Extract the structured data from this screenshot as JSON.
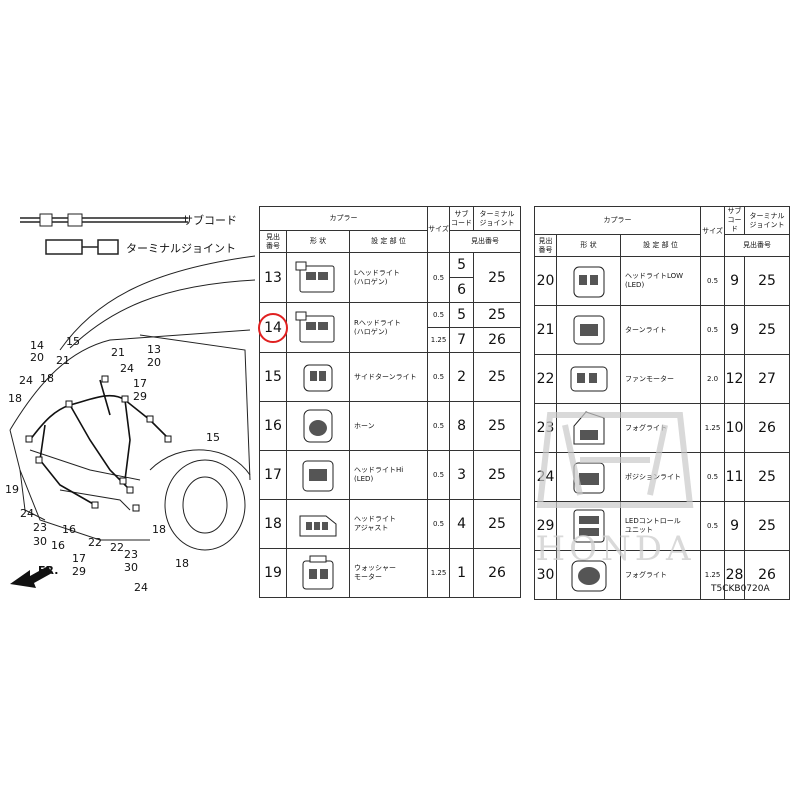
{
  "legend": {
    "sub_cord": "サブコード",
    "terminal_joint": "ターミナルジョイント"
  },
  "direction_label": "FR.",
  "callouts": [
    "14",
    "20",
    "18",
    "24",
    "15",
    "21",
    "21",
    "24",
    "13",
    "20",
    "17",
    "29",
    "18",
    "19",
    "24",
    "23",
    "30",
    "16",
    "16",
    "22",
    "22",
    "23",
    "30",
    "17",
    "29",
    "18",
    "15",
    "18",
    "24"
  ],
  "table_headers": {
    "coupler": "カプラー",
    "index_no": "見出\n番号",
    "shape": "形 状",
    "location": "設 定 部 位",
    "size": "サイズ",
    "sub_code": "サブ\nコード",
    "terminal_joint": "ターミナル\nジョイント",
    "index_page": "見出番号"
  },
  "left_table": [
    {
      "no": "13",
      "location": [
        "Lヘッドライト",
        "(ハロゲン)"
      ],
      "sizes": [
        "0.5"
      ],
      "subs": [
        "5",
        "6"
      ],
      "terms": [
        "25"
      ]
    },
    {
      "no": "14",
      "location": [
        "Rヘッドライト",
        "(ハロゲン)"
      ],
      "sizes": [
        "0.5",
        "1.25"
      ],
      "subs": [
        "5",
        "7"
      ],
      "terms": [
        "25",
        "26"
      ]
    },
    {
      "no": "15",
      "location": [
        "サイドターンライト"
      ],
      "sizes": [
        "0.5"
      ],
      "subs": [
        "2"
      ],
      "terms": [
        "25"
      ]
    },
    {
      "no": "16",
      "location": [
        "ホーン"
      ],
      "sizes": [
        "0.5"
      ],
      "subs": [
        "8"
      ],
      "terms": [
        "25"
      ]
    },
    {
      "no": "17",
      "location": [
        "ヘッドライトHi",
        "(LED)"
      ],
      "sizes": [
        "0.5"
      ],
      "subs": [
        "3"
      ],
      "terms": [
        "25"
      ]
    },
    {
      "no": "18",
      "location": [
        "ヘッドライト",
        "アジャスト"
      ],
      "sizes": [
        "0.5"
      ],
      "subs": [
        "4"
      ],
      "terms": [
        "25"
      ]
    },
    {
      "no": "19",
      "location": [
        "ウォッシャー",
        "モーター"
      ],
      "sizes": [
        "1.25"
      ],
      "subs": [
        "1"
      ],
      "terms": [
        "26"
      ]
    }
  ],
  "right_table": [
    {
      "no": "20",
      "location": [
        "ヘッドライトLOW",
        "(LED)"
      ],
      "sizes": [
        "0.5"
      ],
      "subs": [
        "9"
      ],
      "terms": [
        "25"
      ]
    },
    {
      "no": "21",
      "location": [
        "ターンライト"
      ],
      "sizes": [
        "0.5"
      ],
      "subs": [
        "9"
      ],
      "terms": [
        "25"
      ]
    },
    {
      "no": "22",
      "location": [
        "ファンモーター"
      ],
      "sizes": [
        "2.0"
      ],
      "subs": [
        "12"
      ],
      "terms": [
        "27"
      ]
    },
    {
      "no": "23",
      "location": [
        "フォグライト"
      ],
      "sizes": [
        "1.25"
      ],
      "subs": [
        "10"
      ],
      "terms": [
        "26"
      ]
    },
    {
      "no": "24",
      "location": [
        "ポジションライト"
      ],
      "sizes": [
        "0.5"
      ],
      "subs": [
        "11"
      ],
      "terms": [
        "25"
      ]
    },
    {
      "no": "29",
      "location": [
        "LEDコントロール",
        "ユニット"
      ],
      "sizes": [
        "0.5"
      ],
      "subs": [
        "9"
      ],
      "terms": [
        "25"
      ]
    },
    {
      "no": "30",
      "location": [
        "フォグライト"
      ],
      "sizes": [
        "1.25"
      ],
      "subs": [
        "28"
      ],
      "terms": [
        "26"
      ]
    }
  ],
  "watermark": "HONDA",
  "drawing_code": "T5CKB0720A"
}
